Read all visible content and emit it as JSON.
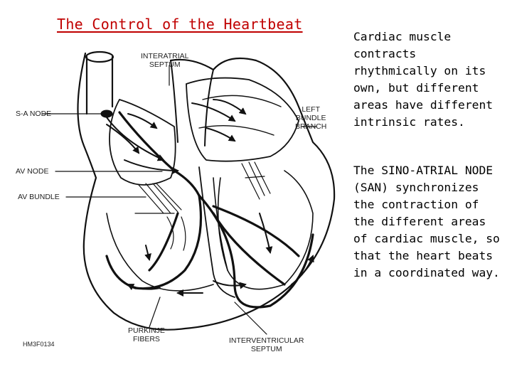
{
  "title": "The Control of the Heartbeat",
  "labels": {
    "interatrial_septum": "INTERATRIAL\nSEPTUM",
    "sa_node": "S-A NODE",
    "av_node": "AV NODE",
    "av_bundle": "AV BUNDLE",
    "left_bundle_branch": "LEFT\nBUNDLE\nBRANCH",
    "purkinje_fibers": "PURKINJE\nFIBERS",
    "interventricular_septum": "INTERVENTRICULAR\nSEPTUM",
    "figure_code": "HM3F0134"
  },
  "paragraphs": [
    "Cardiac muscle contracts rhythmically on its own, but different areas have different intrinsic rates.",
    "The SINO-ATRIAL NODE (SAN) synchronizes the contraction of the different areas of cardiac muscle, so that the heart beats in a coordinated way."
  ],
  "colors": {
    "title": "#c00000",
    "ink": "#111111"
  }
}
